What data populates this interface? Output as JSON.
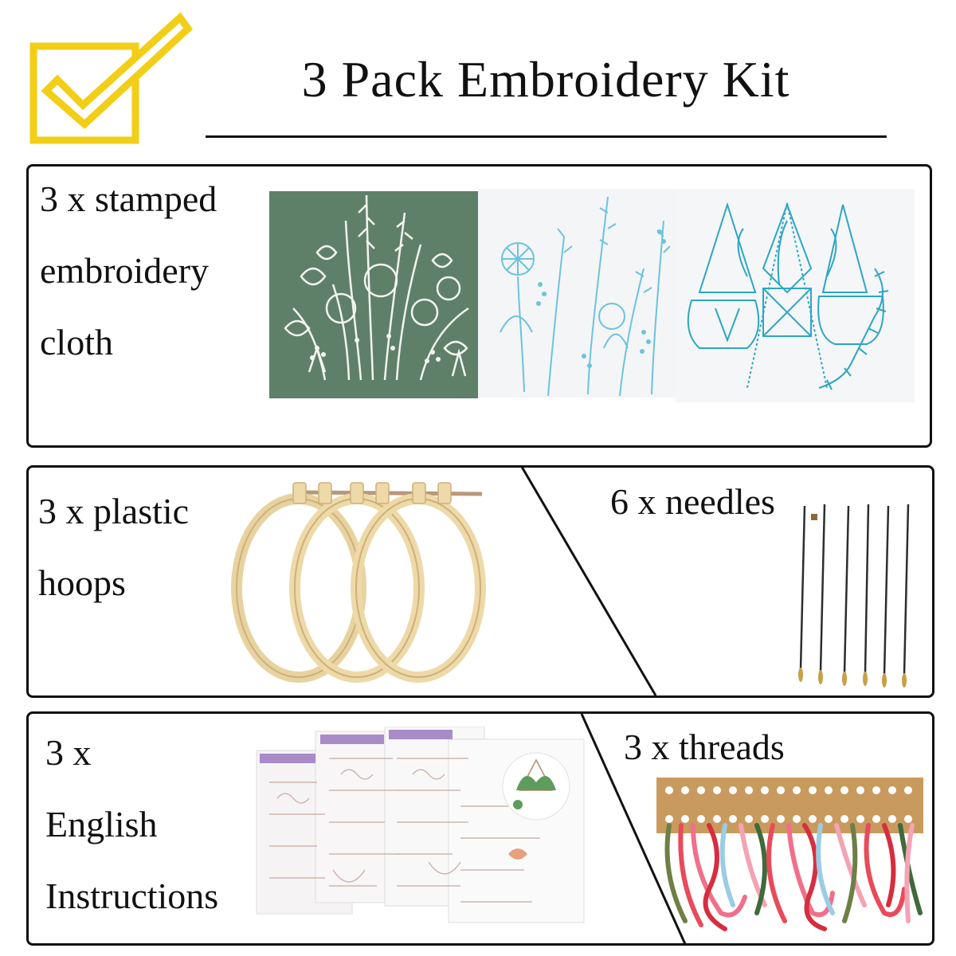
{
  "header": {
    "title": "3 Pack Embroidery Kit",
    "check_color": "#F2CE17"
  },
  "panels": {
    "cloth": {
      "lines": [
        "3 x stamped",
        "embroidery",
        "cloth"
      ]
    },
    "hoops": {
      "lines": [
        "3 x plastic",
        "hoops"
      ]
    },
    "needles": {
      "label": "6 x needles"
    },
    "instructions": {
      "lines": [
        "3 x",
        "English",
        "Instructions"
      ]
    },
    "threads": {
      "label": "3 x threads"
    }
  },
  "colors": {
    "cloth_green": "#5E8068",
    "pattern_blue": "#6CC3DD",
    "pattern_teal": "#2CA6C4",
    "hoop": "#EED9A8",
    "thread_card": "#C99A5E"
  }
}
